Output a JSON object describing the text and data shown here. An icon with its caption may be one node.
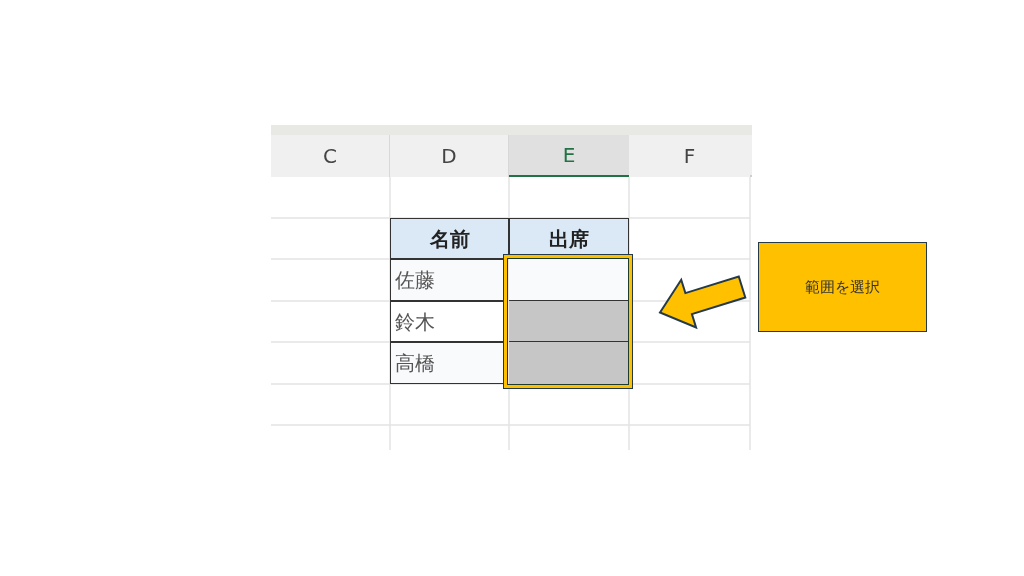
{
  "diagram": {
    "nodes": [
      {
        "text": [
          "範囲を選択"
        ]
      },
      {
        "text": [],
        "shape": "box"
      }
    ],
    "edges": [
      {
        "from": 0,
        "to": 1,
        "arrow": "to",
        "style": "thick",
        "color": "#ffc000"
      }
    ],
    "labels": [
      "C",
      "D",
      "E",
      "F",
      "名前",
      "出席",
      "佐藤",
      "鈴木",
      "高橋"
    ]
  }
}
